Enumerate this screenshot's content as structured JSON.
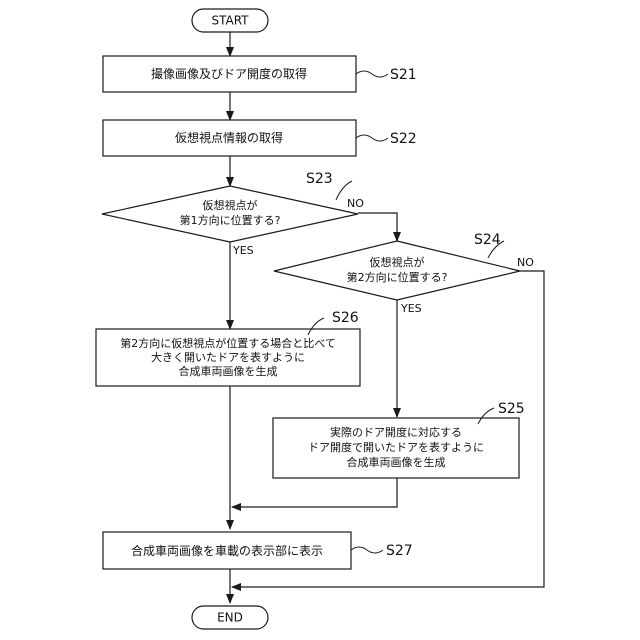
{
  "terminals": {
    "start": "START",
    "end": "END"
  },
  "steps": {
    "s21": {
      "text": "撮像画像及びドア開度の取得",
      "label": "S21"
    },
    "s22": {
      "text": "仮想視点情報の取得",
      "label": "S22"
    },
    "s23": {
      "lines": [
        "仮想視点が",
        "第1方向に位置する?"
      ],
      "label": "S23"
    },
    "s24": {
      "lines": [
        "仮想視点が",
        "第2方向に位置する?"
      ],
      "label": "S24"
    },
    "s25": {
      "lines": [
        "実際のドア開度に対応する",
        "ドア開度で開いたドアを表すように",
        "合成車両画像を生成"
      ],
      "label": "S25"
    },
    "s26": {
      "lines": [
        "第2方向に仮想視点が位置する場合と比べて",
        "大きく開いたドアを表すように",
        "合成車両画像を生成"
      ],
      "label": "S26"
    },
    "s27": {
      "text": "合成車両画像を車載の表示部に表示",
      "label": "S27"
    }
  },
  "branches": {
    "yes": "YES",
    "no": "NO"
  }
}
